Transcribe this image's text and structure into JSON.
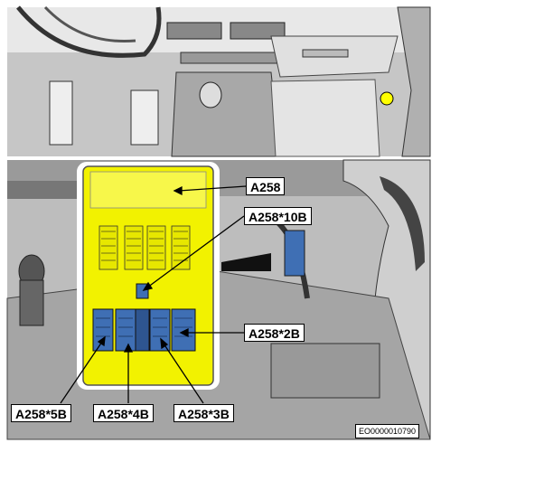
{
  "labels": {
    "a258": "A258",
    "a258_10b": "A258*10B",
    "a258_2b": "A258*2B",
    "a258_5b": "A258*5B",
    "a258_4b": "A258*4B",
    "a258_3b": "A258*3B"
  },
  "document_id": "EO0000010790",
  "colors": {
    "highlight_yellow": "#f2f200",
    "connector_blue": "#3f6fb4",
    "marker_yellow": "#ffff00",
    "interior_gray": "#b8b8b8"
  }
}
